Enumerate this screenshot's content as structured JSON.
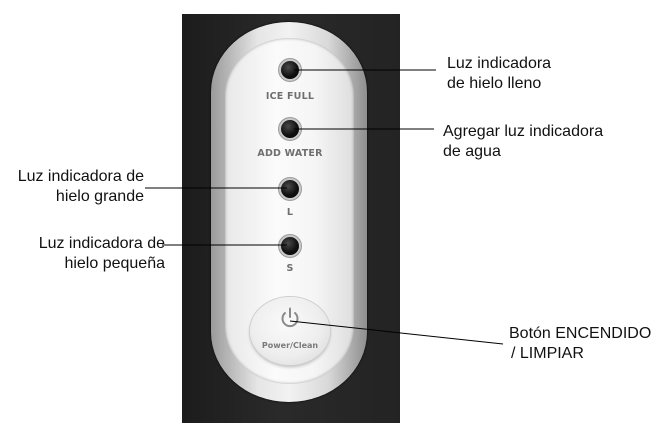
{
  "panel": {
    "indicators": [
      {
        "label": "ICE FULL"
      },
      {
        "label": "ADD WATER"
      },
      {
        "label": "L"
      },
      {
        "label": "S"
      }
    ],
    "power_button_label": "Power/Clean"
  },
  "callouts": {
    "ice_full": {
      "line1": "Luz indicadora",
      "line2": "de hielo lleno"
    },
    "add_water": {
      "line1": "Agregar luz indicadora",
      "line2": "de agua"
    },
    "large_ice": {
      "line1": "Luz indicadora de",
      "line2": "hielo grande"
    },
    "small_ice": {
      "line1": "Luz indicadora de",
      "line2": "hielo pequeña"
    },
    "power": {
      "line1": "Botón ENCENDIDO",
      "line2": "/ LIMPIAR"
    }
  },
  "colors": {
    "device_body": "#222222",
    "panel": "#f2f2f2",
    "led": "#111111",
    "leader_line": "#000000"
  }
}
